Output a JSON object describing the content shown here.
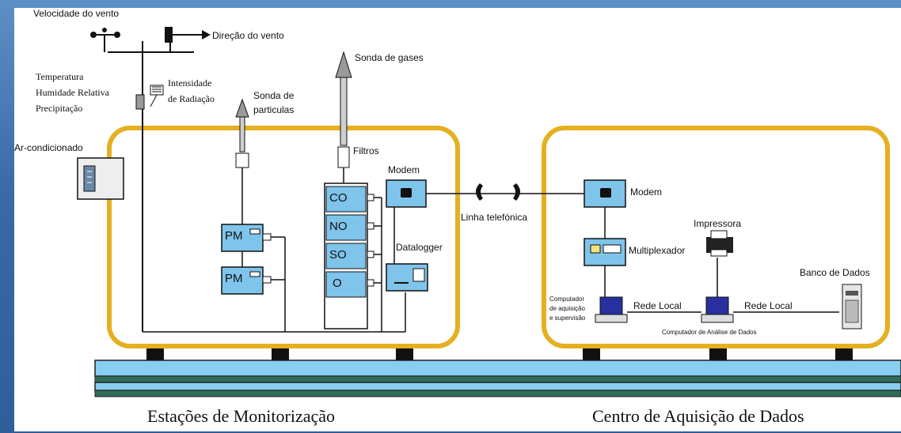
{
  "colors": {
    "background": "#3f6fa8",
    "container_border": "#e5b020",
    "device": "#7fc4ea",
    "rail_blue": "#86cff0",
    "rail_green": "#2f6e58"
  },
  "weather": {
    "wind_speed": "Velocidade do vento",
    "wind_direction": "Direção do vento",
    "temperature": "Temperatura",
    "humidity": "Humidade Relativa",
    "precipitation": "Precipitação",
    "radiation_line1": "Intensidade",
    "radiation_line2": "de Radiação"
  },
  "station": {
    "air_conditioner": "Ar-condicionado",
    "particle_probe_line1": "Sonda de",
    "particle_probe_line2": "particulas",
    "gas_probe": "Sonda de gases",
    "filters": "Filtros",
    "modem": "Modem",
    "datalogger": "Datalogger",
    "pm_units": [
      "PM",
      "PM"
    ],
    "gas_analyzers": [
      "CO",
      "NO",
      "SO",
      "O"
    ]
  },
  "link": {
    "phone_line": "Linha telefónica"
  },
  "center": {
    "modem": "Modem",
    "multiplexer": "Multiplexador",
    "printer": "Impressora",
    "database": "Banco de Dados",
    "acquisition_pc_line1": "Computador",
    "acquisition_pc_line2": "de aquisição",
    "acquisition_pc_line3": "e supervisão",
    "lan_1": "Rede Local",
    "lan_2": "Rede Local",
    "analysis_pc": "Computador de Análise de Dados"
  },
  "captions": {
    "left": "Estações de Monitorização",
    "right": "Centro de Aquisição de Dados"
  }
}
